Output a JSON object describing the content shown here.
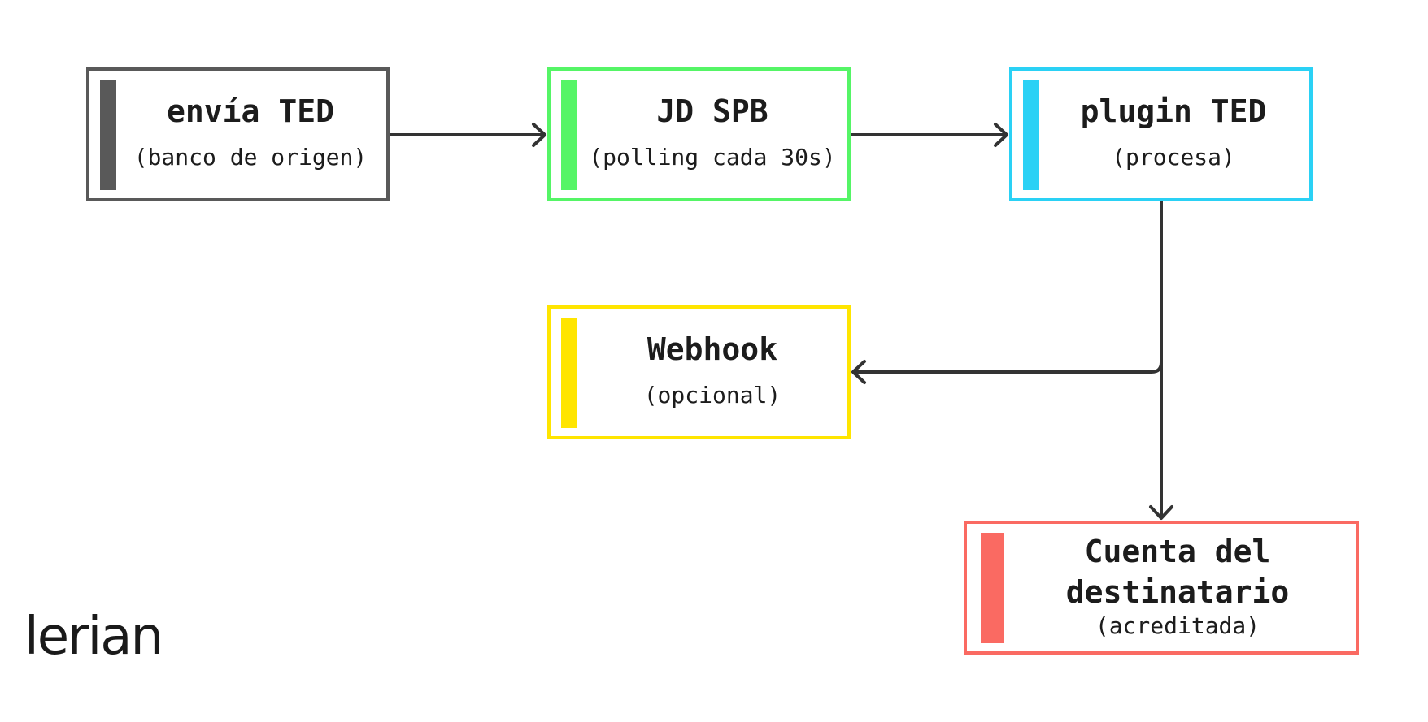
{
  "logo": {
    "text": "lerian"
  },
  "nodes": {
    "envia_ted": {
      "title": "envía TED",
      "subtitle": "(banco de origen)",
      "color": "#595959"
    },
    "jd_spb": {
      "title": "JD SPB",
      "subtitle": "(polling cada 30s)",
      "color": "#55f566"
    },
    "plugin_ted": {
      "title": "plugin TED",
      "subtitle": "(procesa)",
      "color": "#2ad1f5"
    },
    "webhook": {
      "title": "Webhook",
      "subtitle": "(opcional)",
      "color": "#ffe500"
    },
    "cuenta": {
      "title_line1": "Cuenta del",
      "title_line2": "destinatario",
      "subtitle": "(acreditada)",
      "color": "#fa6a62"
    }
  },
  "edges": [
    {
      "from": "envía TED",
      "to": "JD SPB"
    },
    {
      "from": "JD SPB",
      "to": "plugin TED"
    },
    {
      "from": "plugin TED",
      "to": "Webhook"
    },
    {
      "from": "plugin TED",
      "to": "Cuenta del destinatario"
    }
  ]
}
